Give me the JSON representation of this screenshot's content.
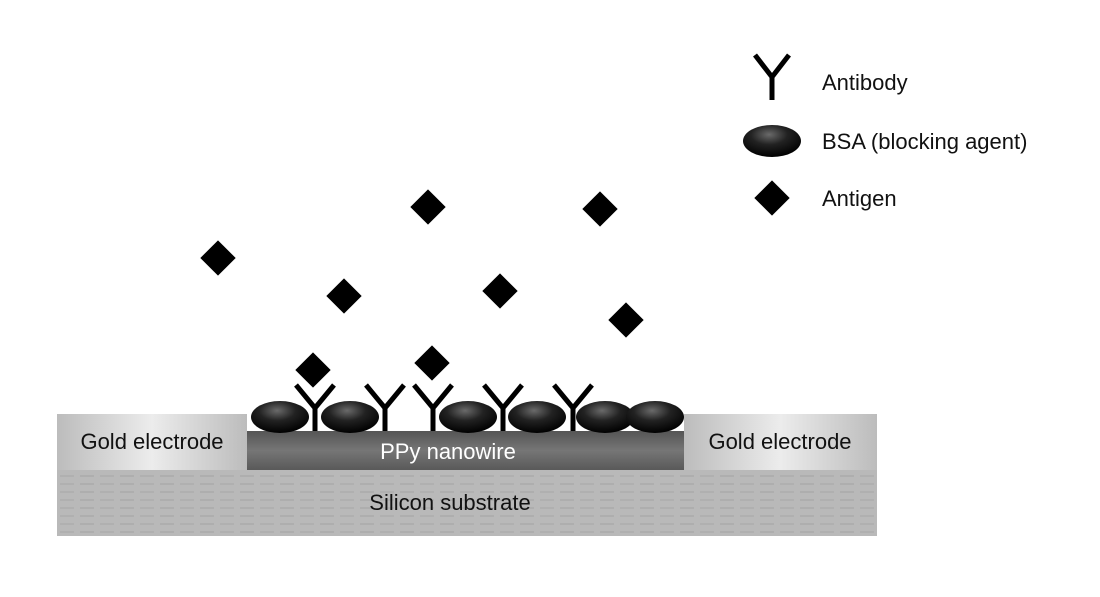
{
  "legend": {
    "antibody_label": "Antibody",
    "bsa_label": "BSA (blocking agent)",
    "antigen_label": "Antigen"
  },
  "layers": {
    "gold_left_label": "Gold electrode",
    "gold_right_label": "Gold electrode",
    "nanowire_label": "PPy nanowire",
    "substrate_label": "Silicon substrate"
  },
  "colors": {
    "substrate": "#b8b8b8",
    "nanowire": "#6a6a6a",
    "gold_electrode": "#d9d9d9",
    "molecules": "#000000"
  }
}
